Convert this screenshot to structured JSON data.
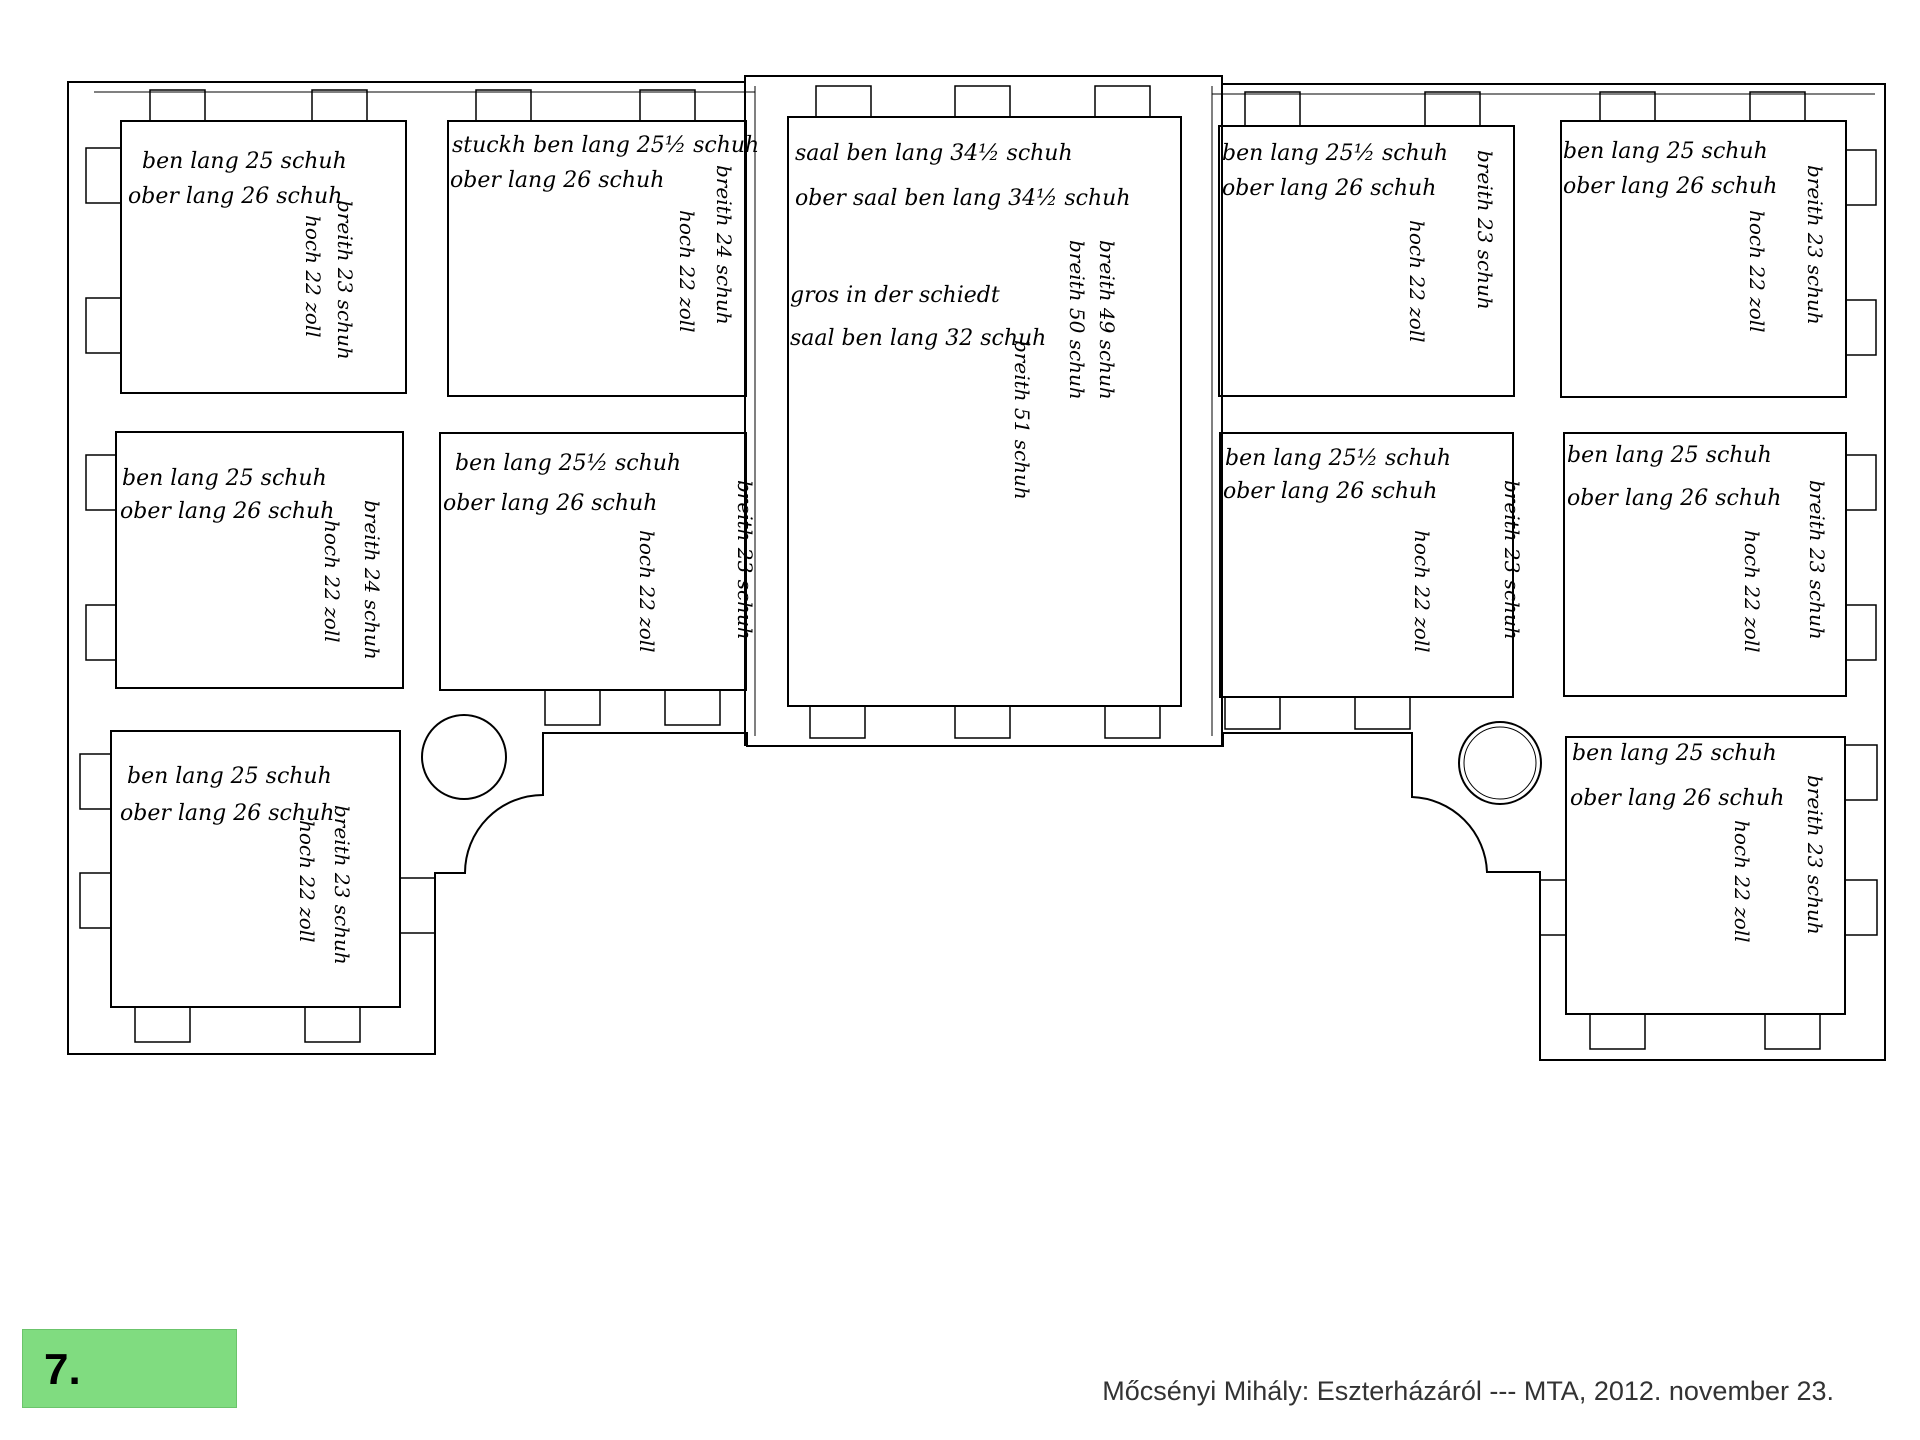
{
  "slide": {
    "number": "7."
  },
  "footer": {
    "credit": "Mőcsényi Mihály: Eszterházáról --- MTA, 2012. november 23."
  },
  "plan": {
    "annotations": {
      "upper_floor_left": "ben lang 25 schuh",
      "upper_floor_left_2": "ober lang 26 schuh",
      "room2_a": "stuckh ben lang 25½ schuh",
      "room2_b": "ober lang 26 schuh",
      "central_a": "saal ben lang 34½ schuh",
      "central_b": "ober saal ben lang 34½ schuh",
      "central_c": "gros in der schiedt",
      "central_d": "saal ben lang 32 schuh",
      "right1_a": "ben lang 25½ schuh",
      "right1_b": "ober lang 26 schuh",
      "right2_a": "ben lang 25 schuh",
      "right2_b": "ober lang 26 schuh",
      "mid_left_a": "ben lang 25 schuh",
      "mid_left_b": "ober lang 26 schuh",
      "mid_left2_a": "ben lang 25½ schuh",
      "mid_left2_b": "ober lang 26 schuh",
      "mid_right1_a": "ben lang 25½ schuh",
      "mid_right1_b": "ober lang 26 schuh",
      "mid_right2_a": "ben lang 25 schuh",
      "mid_right2_b": "ober lang 26 schuh",
      "lower_left_a": "ben lang 25 schuh",
      "lower_left_b": "ober lang 26 schuh",
      "lower_right_a": "ben lang 25 schuh",
      "lower_right_b": "ober lang 26 schuh",
      "vert_a": "breith 23 schuh",
      "vert_b": "breith 24 schuh",
      "vert_c": "hoch 22 zoll",
      "vert_central_a": "breith 49 schuh",
      "vert_central_b": "breith 50 schuh",
      "vert_central_c": "breith 51 schuh"
    }
  }
}
